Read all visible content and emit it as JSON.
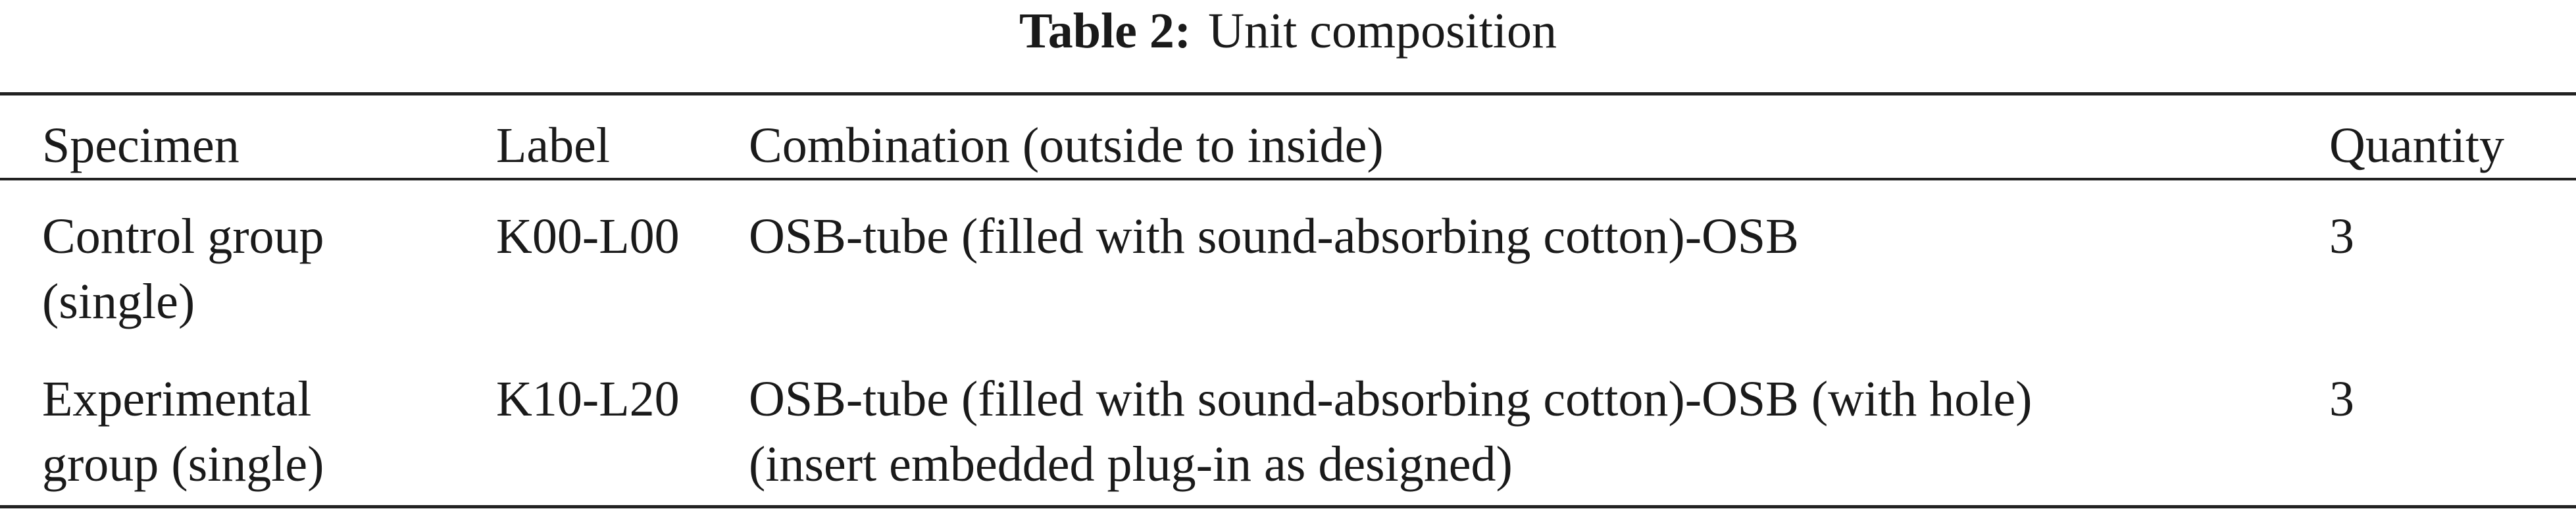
{
  "table": {
    "caption_label": "Table 2:",
    "caption_text": "Unit composition",
    "headers": [
      "Specimen",
      "Label",
      "Combination (outside to inside)",
      "Quantity"
    ],
    "rows": [
      {
        "specimen_lines": [
          "Control group",
          "(single)"
        ],
        "label": "K00-L00",
        "combination_lines": [
          "OSB-tube (filled with sound-absorbing cotton)-OSB"
        ],
        "quantity": "3"
      },
      {
        "specimen_lines": [
          "Experimental",
          "group (single)"
        ],
        "label": "K10-L20",
        "combination_lines": [
          "OSB-tube (filled with sound-absorbing cotton)-OSB (with hole)",
          "(insert embedded plug-in as designed)"
        ],
        "quantity": "3"
      }
    ]
  }
}
